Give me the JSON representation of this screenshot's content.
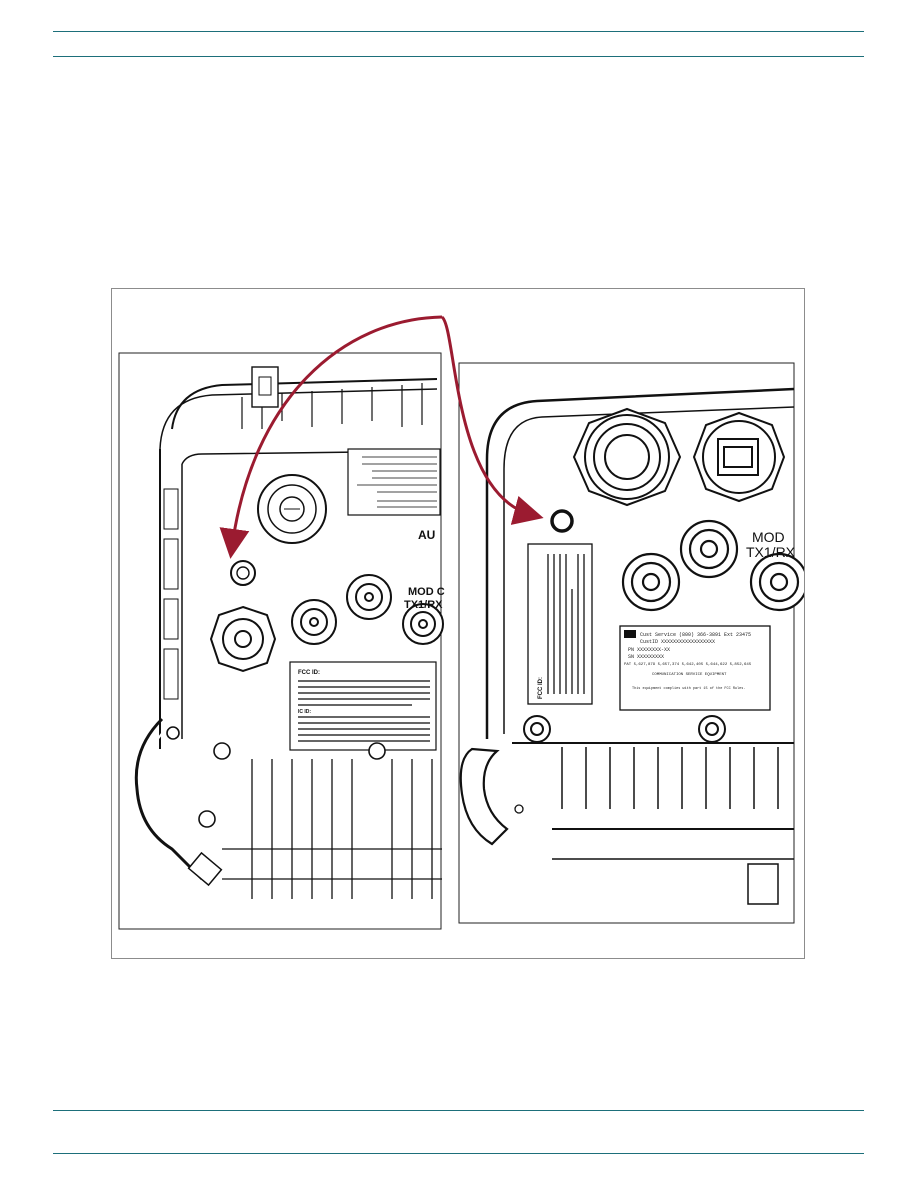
{
  "colors": {
    "rule": "#1d6f7a",
    "arrow": "#9b1b30",
    "frame": "#8c8c8c"
  },
  "figure": {
    "left_panel": {
      "connector_label_partial": "AU",
      "mod_label_partial": "MOD C",
      "port_label_partial": "TX1/RX",
      "fcc_heading": "FCC ID:",
      "ic_heading": "IC ID:"
    },
    "right_panel": {
      "mod_label": "MOD",
      "port_label": "TX1/RX",
      "label_line_1": "Cust Service (800) 366-3891 Ext 23475",
      "label_line_2": "CustID XXXXXXXXXXXXXXXXXX",
      "label_line_3": "PN XXXXXXXX-XX",
      "label_line_4": "SN XXXXXXXXX",
      "label_line_5": "PAT 5,627,879 5,657,374 5,642,405 5,644,622 5,852,645",
      "label_line_6": "COMMUNICATION SERVICE EQUIPMENT",
      "label_line_7": "This equipment complies with part 15 of the FCC Rules.",
      "fcc_heading": "FCC ID:"
    }
  }
}
